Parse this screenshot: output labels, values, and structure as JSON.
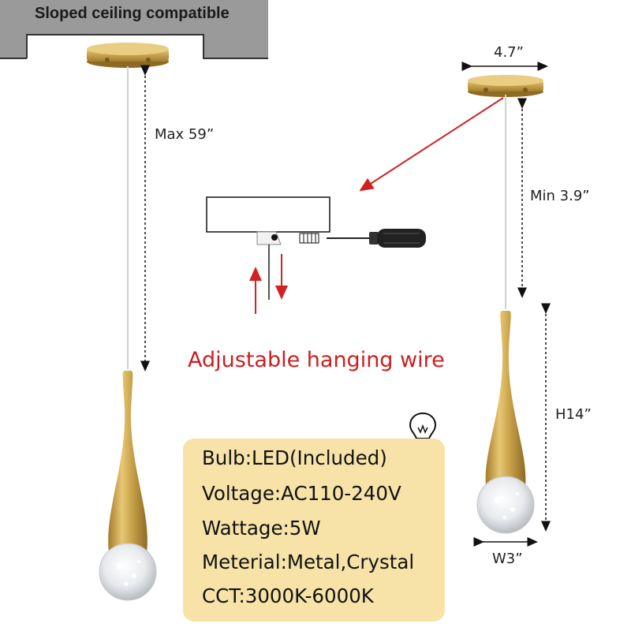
{
  "ceiling_label": "Sloped ceiling compatible",
  "dimensions": {
    "max_wire": "Max 59”",
    "canopy_width": "4.7”",
    "min_length": "Min 3.9”",
    "height": "H14”",
    "width": "W3”"
  },
  "wire_title": "Adjustable hanging wire",
  "specs": [
    "Bulb:LED(Included)",
    "Voltage:AC110-240V",
    "Wattage:5W",
    "Meterial:Metal,Crystal",
    "CCT:3000K-6000K"
  ],
  "colors": {
    "brass": "#c9a24a",
    "arrow_red": "#d32020",
    "spec_panel": "#f7e3a8",
    "ceiling_gray": "#9a9a9a"
  },
  "icons": [
    "light-bulb-icon",
    "screwdriver-icon"
  ]
}
